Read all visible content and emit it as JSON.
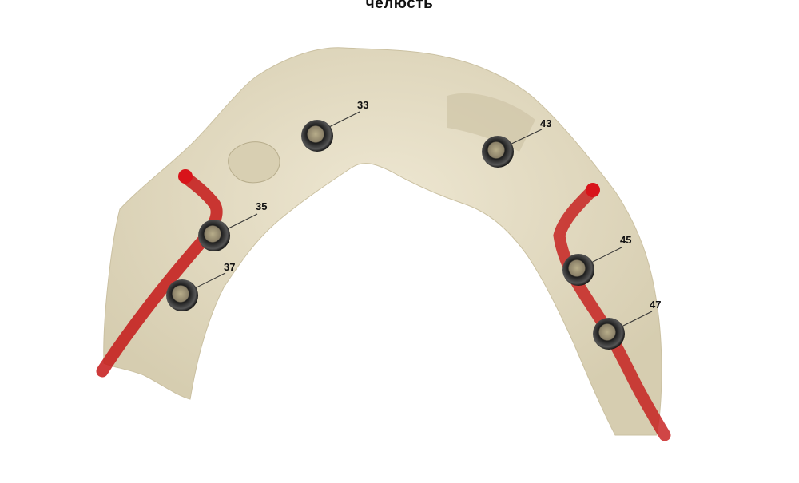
{
  "title": "челюсть",
  "colors": {
    "bone": "#e4dcc4",
    "nerve": "#d01818",
    "implant": "#2a2a2a"
  },
  "implants": [
    {
      "label": "33"
    },
    {
      "label": "43"
    },
    {
      "label": "35"
    },
    {
      "label": "37"
    },
    {
      "label": "45"
    },
    {
      "label": "47"
    }
  ]
}
